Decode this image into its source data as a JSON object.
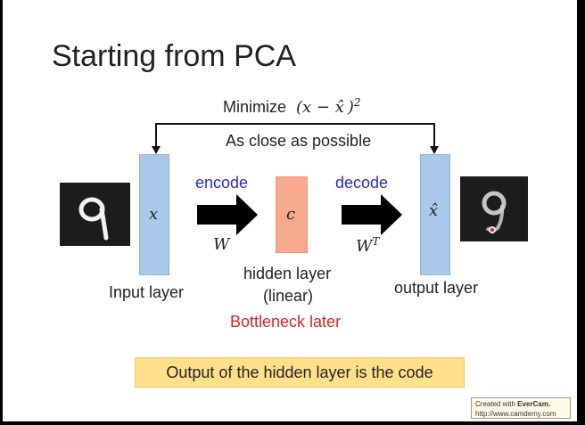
{
  "slide": {
    "title": "Starting from PCA",
    "minimize": {
      "prefix": "Minimize",
      "expr_open": "(x − ",
      "xhat": "x̂",
      "expr_close": ")",
      "exp": "2"
    },
    "as_close": "As close as possible",
    "input_var": "x",
    "encode": "encode",
    "encoder_weight": "W",
    "hidden_var": "c",
    "decode": "decode",
    "decoder_weight": "W",
    "decoder_weight_sup": "T",
    "output_var": "x̂",
    "input_layer": "Input layer",
    "hidden_layer_line1": "hidden layer",
    "hidden_layer_line2": "(linear)",
    "bottleneck": "Bottleneck later",
    "output_layer": "output layer",
    "code_note": "Output of the hidden layer is the code"
  },
  "watermark": {
    "prefix": "Created with",
    "brand": "EverCam.",
    "url": "http://www.camdemy.com"
  },
  "colors": {
    "layer_blue": "#a9c8ea",
    "hidden_orange": "#f7a98e",
    "highlight_yellow": "#ffe08a",
    "accent_blue_text": "#2b2bc4",
    "accent_red_text": "#e02020"
  }
}
